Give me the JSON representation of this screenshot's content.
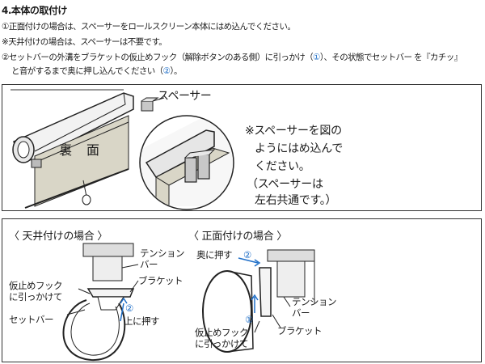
{
  "title": "4.本体の取付け",
  "instructions": {
    "line1": "①正面付けの場合は、スペーサーをロールスクリーン本体にはめ込んでください。",
    "line2": "※天井付けの場合は、スペーサーは不要です。",
    "line3_a": "②セットバーの外溝をブラケットの仮止めフック（解除ボタンのある側）に引っかけ（",
    "line3_mark1": "①",
    "line3_b": "）、その状態でセットバー を『カチッ』",
    "line4_a": "と音がするまで奥に押し込んでください（",
    "line4_mark2": "②",
    "line4_b": "）。"
  },
  "top_panel": {
    "spacer_label": "スペーサー",
    "back_label": "裏　面",
    "note_line1": "※スペーサーを図の",
    "note_line2": "ようにはめ込んで",
    "note_line3": "ください。",
    "note_line4": "（スペーサーは",
    "note_line5": "左右共通です。）"
  },
  "ceiling": {
    "title": "〈 天井付けの場合 〉",
    "tension_bar_1": "テンション",
    "tension_bar_2": "バー",
    "bracket": "ブラケット",
    "hook_1": "仮止めフック",
    "hook_2": "に引っかけて",
    "set_bar": "セットバー",
    "push_up_mark": "②",
    "push_up": "上に押す"
  },
  "front": {
    "title": "〈 正面付けの場合 〉",
    "push_in": "奥に押す",
    "push_in_mark": "②",
    "tension_bar_1": "テンション",
    "tension_bar_2": "バー",
    "bracket": "ブラケット",
    "hook_mark": "①",
    "hook_1": "仮止めフック",
    "hook_2": "に引っかけて"
  },
  "colors": {
    "accent": "#1f6fc8",
    "line": "#1a1a1a",
    "fabric": "#d9d6c7"
  }
}
